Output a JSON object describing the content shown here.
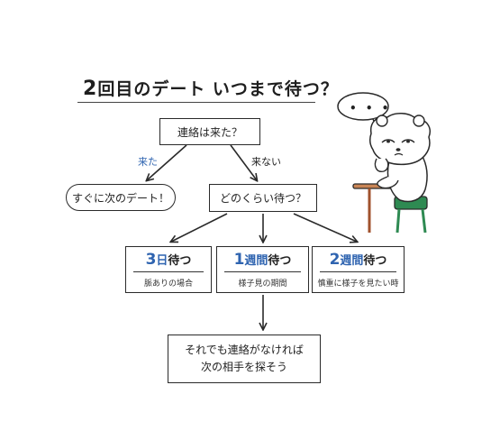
{
  "title": {
    "num": "2",
    "rest": "回目のデート いつまで待つ？"
  },
  "question": "連絡は来た？",
  "branch_yes_label": "来た",
  "branch_no_label": "来ない",
  "yes_result": "すぐに次のデート！",
  "how_long": "どのくらい待つ？",
  "options": [
    {
      "num": "3",
      "unit": "日",
      "suffix": "待つ",
      "desc": "脈ありの場合"
    },
    {
      "num": "1",
      "unit": "週間",
      "suffix": "待つ",
      "desc": "様子見の期間"
    },
    {
      "num": "2",
      "unit": "週間",
      "suffix": "待つ",
      "desc": "慎重に様子を見たい時"
    }
  ],
  "final": {
    "line1": "それでも連絡がなければ",
    "line2": "次の相手を探そう"
  },
  "thought_bubble": "• • •",
  "colors": {
    "accent_blue": "#2f64b0",
    "stroke": "#2a2a2a",
    "chair_green": "#2e8a52",
    "table_brown": "#a0522d"
  }
}
